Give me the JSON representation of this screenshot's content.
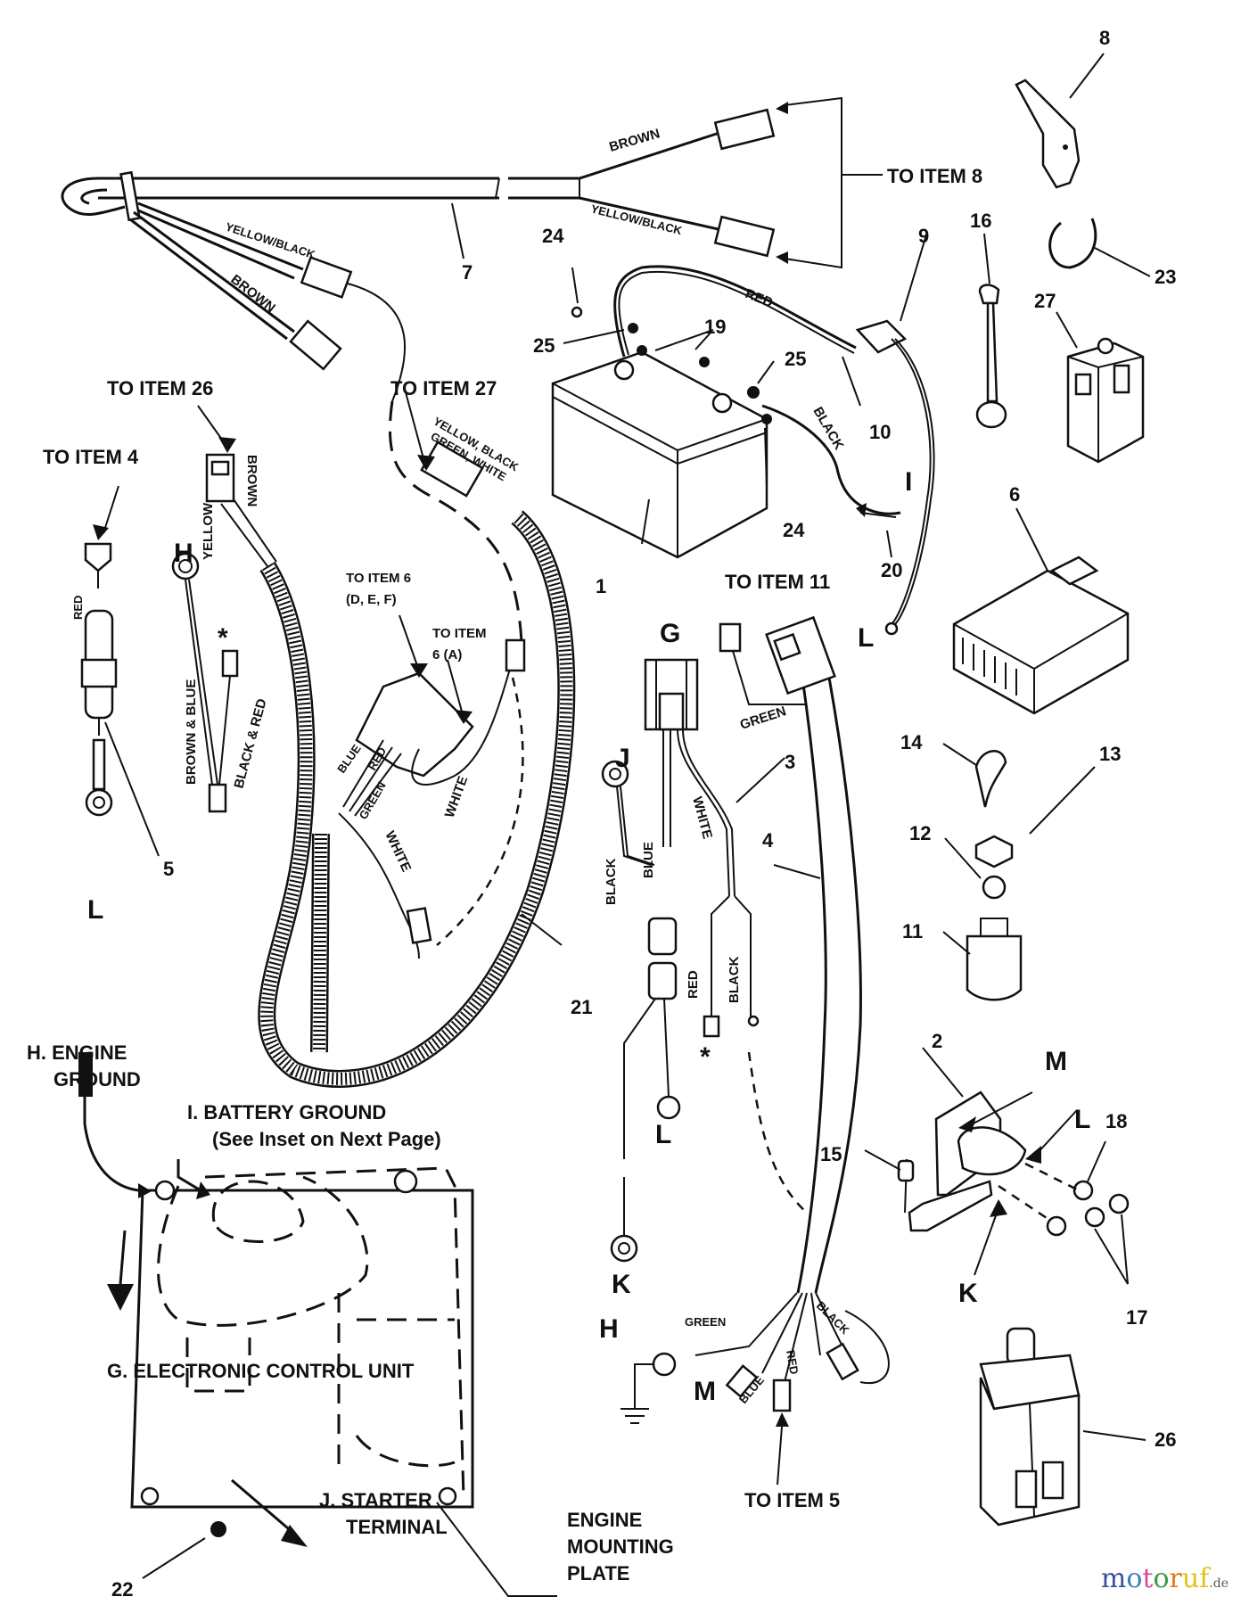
{
  "diagram": {
    "title": "Wiring harness and electrical components parts diagram",
    "item_numbers": {
      "n1": "1",
      "n2": "2",
      "n3": "3",
      "n4": "4",
      "n5": "5",
      "n6": "6",
      "n7": "7",
      "n8": "8",
      "n9": "9",
      "n10": "10",
      "n11": "11",
      "n12": "12",
      "n13": "13",
      "n14": "14",
      "n15": "15",
      "n16": "16",
      "n17": "17",
      "n18": "18",
      "n19": "19",
      "n20": "20",
      "n21": "21",
      "n22": "22",
      "n23": "23",
      "n24a": "24",
      "n24b": "24",
      "n25a": "25",
      "n25b": "25",
      "n26": "26",
      "n27": "27"
    },
    "callouts": {
      "to_item_8": "TO ITEM 8",
      "to_item_26": "TO ITEM 26",
      "to_item_27": "TO ITEM 27",
      "to_item_4": "TO ITEM 4",
      "to_item_6_def_1": "TO ITEM 6",
      "to_item_6_def_2": "(D, E, F)",
      "to_item_6_a_1": "TO ITEM",
      "to_item_6_a_2": "6 (A)",
      "to_item_11": "TO ITEM 11",
      "to_item_5": "TO ITEM 5"
    },
    "terminal_letters": {
      "h_left": "H",
      "l_left": "L",
      "i_battery": "I",
      "l_battery": "L",
      "g_connector": "G",
      "j_ring": "J",
      "l_ring": "L",
      "k_ring": "K",
      "h_ground": "H",
      "m_conn": "M",
      "m_solenoid": "M",
      "l_solenoid": "L",
      "k_solenoid": "K",
      "asterisk_1": "*",
      "asterisk_2": "*"
    },
    "wire_colors": {
      "brown_top": "BROWN",
      "yellow_black_top": "YELLOW/BLACK",
      "yellow_black_left": "YELLOW/BLACK",
      "brown_left": "BROWN",
      "red_battery": "RED",
      "black_battery": "BLACK",
      "yellow_black_green_white_1": "YELLOW, BLACK",
      "yellow_black_green_white_2": "GREEN, WHITE",
      "yellow_26": "YELLOW",
      "brown_26": "BROWN",
      "red_item5": "RED",
      "brown_blue": "BROWN & BLUE",
      "black_red": "BLACK & RED",
      "blue_6": "BLUE",
      "red_6": "RED",
      "green_6": "GREEN",
      "white_6a": "WHITE",
      "white_21": "WHITE",
      "green_11": "GREEN",
      "white_3": "WHITE",
      "black_3a": "BLACK",
      "blue_3": "BLUE",
      "red_3": "RED",
      "black_3b": "BLACK",
      "green_h": "GREEN",
      "blue_m": "BLUE",
      "red_5": "RED",
      "black_4": "BLACK"
    },
    "engine_inset": {
      "h_engine_1": "H. ENGINE",
      "h_engine_2": "GROUND",
      "i_battery_1": "I. BATTERY GROUND",
      "i_battery_2": "(See Inset on Next Page)",
      "g_ecu": "G.  ELECTRONIC CONTROL UNIT",
      "j_starter_1": "J. STARTER",
      "j_starter_2": "TERMINAL",
      "plate_1": "ENGINE",
      "plate_2": "MOUNTING",
      "plate_3": "PLATE"
    },
    "watermark": {
      "letters": [
        "m",
        "o",
        "t",
        "o",
        "r",
        "u",
        "f"
      ],
      "letter_colors": [
        "#3b4fa0",
        "#3b7fc4",
        "#d64a9b",
        "#3c9a46",
        "#e07b1a",
        "#e4c21b",
        "#e4c21b"
      ],
      "suffix": ".de"
    }
  }
}
